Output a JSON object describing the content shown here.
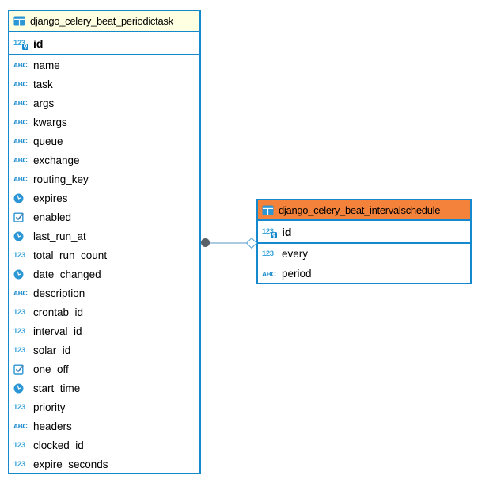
{
  "diagram": {
    "kind": "entity-relationship-diagram",
    "colors": {
      "table_border": "#1589CD",
      "left_header_bg": "#FFFFE1",
      "right_header_bg": "#F5823B",
      "icon_blue": "#1589CD",
      "number_icon_blue": "#3AA5DC",
      "connector_line": "#AACBE0",
      "connector_dot": "#5A6169",
      "connector_diamond_border": "#55A6D9"
    }
  },
  "icons": {
    "table": "table-grid-icon",
    "text": "abc-text-type-icon",
    "integer": "123-number-type-icon",
    "datetime": "clock-datetime-type-icon",
    "boolean": "checkbox-boolean-type-icon",
    "primary_key": "123-with-key-badge-icon"
  },
  "tables": [
    {
      "name": "django_celery_beat_periodictask",
      "header_bg": "#FFFFE1",
      "columns": [
        {
          "name": "id",
          "type": "integer",
          "key": true
        },
        {
          "name": "name",
          "type": "text"
        },
        {
          "name": "task",
          "type": "text"
        },
        {
          "name": "args",
          "type": "text"
        },
        {
          "name": "kwargs",
          "type": "text"
        },
        {
          "name": "queue",
          "type": "text"
        },
        {
          "name": "exchange",
          "type": "text"
        },
        {
          "name": "routing_key",
          "type": "text"
        },
        {
          "name": "expires",
          "type": "datetime"
        },
        {
          "name": "enabled",
          "type": "boolean"
        },
        {
          "name": "last_run_at",
          "type": "datetime"
        },
        {
          "name": "total_run_count",
          "type": "integer"
        },
        {
          "name": "date_changed",
          "type": "datetime"
        },
        {
          "name": "description",
          "type": "text"
        },
        {
          "name": "crontab_id",
          "type": "integer"
        },
        {
          "name": "interval_id",
          "type": "integer"
        },
        {
          "name": "solar_id",
          "type": "integer"
        },
        {
          "name": "one_off",
          "type": "boolean"
        },
        {
          "name": "start_time",
          "type": "datetime"
        },
        {
          "name": "priority",
          "type": "integer"
        },
        {
          "name": "headers",
          "type": "text"
        },
        {
          "name": "clocked_id",
          "type": "integer"
        },
        {
          "name": "expire_seconds",
          "type": "integer"
        }
      ]
    },
    {
      "name": "django_celery_beat_intervalschedule",
      "header_bg": "#F5823B",
      "columns": [
        {
          "name": "id",
          "type": "integer",
          "key": true
        },
        {
          "name": "every",
          "type": "integer"
        },
        {
          "name": "period",
          "type": "text"
        }
      ]
    }
  ],
  "relation": {
    "from_table": "django_celery_beat_periodictask",
    "to_table": "django_celery_beat_intervalschedule",
    "from_marker": "filled-dot",
    "to_marker": "hollow-diamond"
  }
}
